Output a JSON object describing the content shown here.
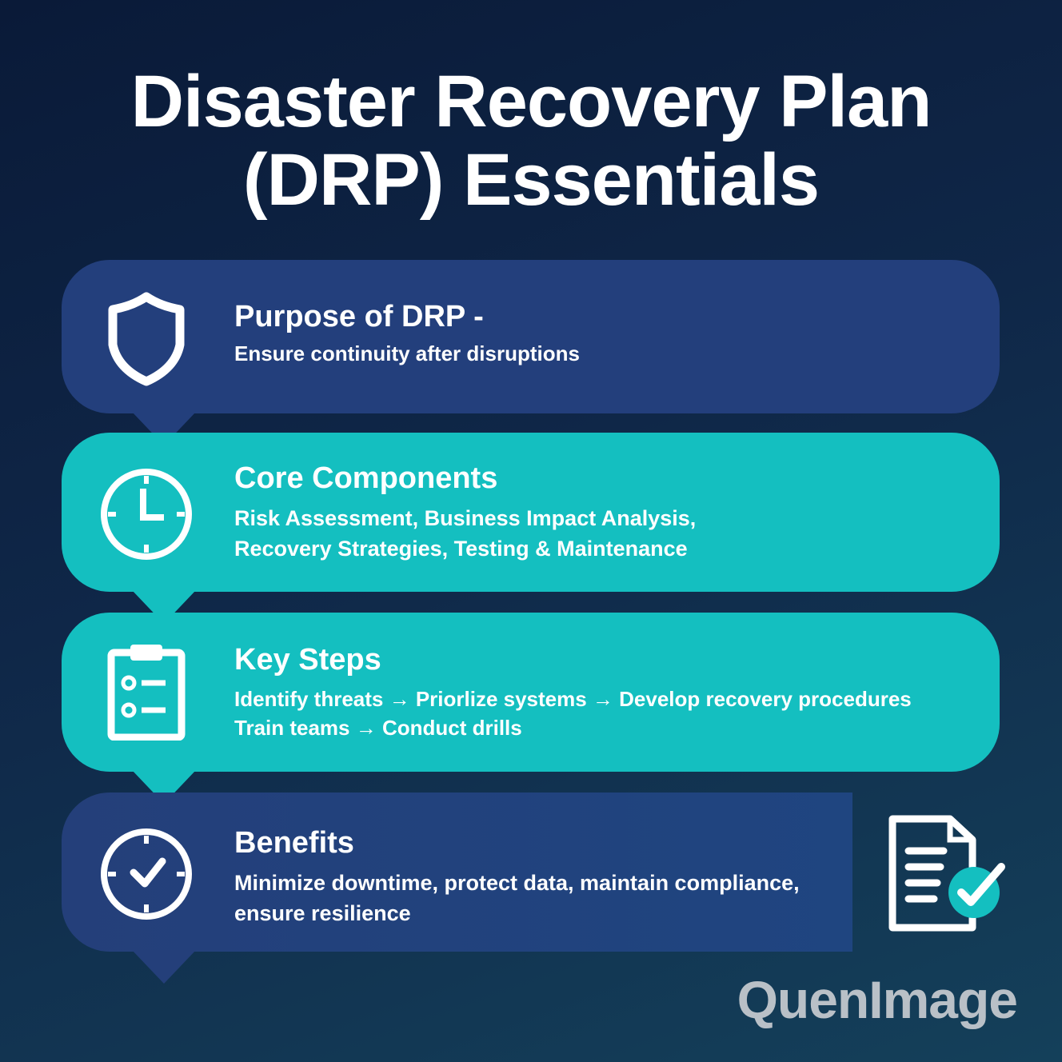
{
  "title": {
    "line1": "Disaster Recovery Plan",
    "line2": "(DRP) Essentials"
  },
  "sections": [
    {
      "heading": "Purpose of DRP -",
      "body": [
        "Ensure continuity after disruptions"
      ],
      "icon": "shield-icon"
    },
    {
      "heading": "Core Components",
      "body": [
        "Risk Assessment, Business Impact Analysis,",
        "Recovery Strategies, Testing & Maintenance"
      ],
      "icon": "clock-icon"
    },
    {
      "heading": "Key Steps",
      "body": [
        "Identify threats → Priorlize systems → Develop recovery procedures",
        "Train teams → Conduct drills"
      ],
      "icon": "clipboard-checklist-icon"
    },
    {
      "heading": "Benefits",
      "body": [
        "Minimize downtime, protect data, maintain compliance,",
        "ensure resilience"
      ],
      "icon": "clock-check-icon"
    }
  ],
  "logo": "QuenImage",
  "colors": {
    "navy": "#233f7c",
    "teal": "#14bfc0",
    "background": "#0f2748"
  }
}
